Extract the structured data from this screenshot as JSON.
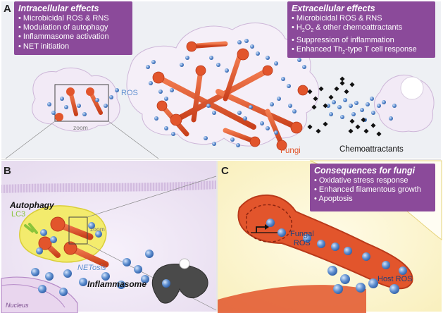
{
  "panel_a": {
    "letter": "A",
    "intracellular": {
      "title": "Intracellular effects",
      "items": [
        "Microbicidal ROS & RNS",
        "Modulation of autophagy",
        "Inflammasome activation",
        "NET initiation"
      ]
    },
    "extracellular": {
      "title": "Extracellular effects",
      "item1": "Microbicidal ROS & RNS",
      "item2_pre": "H",
      "item2_sub1": "2",
      "item2_mid": "O",
      "item2_sub2": "2",
      "item2_post": " & other chemoattractants",
      "item3": "Suppression of inflammation",
      "item4_pre": "Enhanced Th",
      "item4_sub": "2",
      "item4_post": "-type T cell response"
    },
    "ros_label": "ROS",
    "zoom_label": "zoom",
    "fungi_label": "Fungi",
    "chemo_label": "Chemoattractants"
  },
  "panel_b": {
    "letter": "B",
    "autophagy_label": "Autophagy",
    "lc3_label": "LC3",
    "zoom_label": "zoom",
    "netosis_label": "NETosis",
    "inflammasome_label": "Inflammasome",
    "nucleus_label": "Nucleus"
  },
  "panel_c": {
    "letter": "C",
    "consequences": {
      "title": "Consequences for fungi",
      "items": [
        "Oxidative stress response",
        "Enhanced filamentous growth",
        "Apoptosis"
      ]
    },
    "fungal_ros_line1": "Fungal",
    "fungal_ros_line2": "ROS",
    "host_ros_label": "Host ROS"
  },
  "colors": {
    "fungus": "#e2552c",
    "fungus_dark": "#b9391a",
    "ros": "#5f8fd0",
    "purple_box": "#8b4a9a",
    "cell": "#efe7f3",
    "autophagy": "#f4ec66",
    "lc3": "#8ac43b",
    "netosis_text": "#5f8fd0",
    "inflammasome": "#4a4a4a"
  }
}
